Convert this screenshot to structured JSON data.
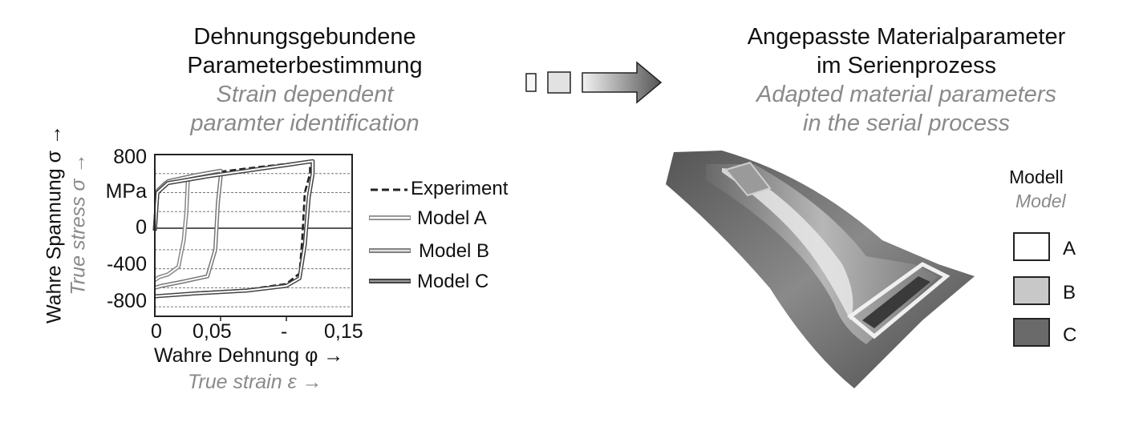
{
  "left_title": {
    "de_line1": "Dehnungsgebundene",
    "de_line2": "Parameterbestimmung",
    "en_line1": "Strain dependent",
    "en_line2": "paramter identification"
  },
  "right_title": {
    "de_line1": "Angepasste Materialparameter",
    "de_line2": "im Serienprozess",
    "en_line1": "Adapted material parameters",
    "en_line2": "in the serial process"
  },
  "chart_data": {
    "type": "line",
    "title": "",
    "ylabel_de": "Wahre Spannung σ →",
    "ylabel_en": "True stress σ →",
    "xlabel_de": "Wahre Dehnung φ →",
    "xlabel_en": "True strain ε →",
    "y_tick_labels": [
      "800",
      "MPa",
      "0",
      "-400",
      "-800"
    ],
    "x_tick_labels": [
      "0",
      "0,05",
      "-",
      "0,15"
    ],
    "xlim": [
      0,
      0.15
    ],
    "ylim": [
      -900,
      800
    ],
    "reference_lines_y": [
      600,
      400,
      200,
      -200,
      -400,
      -600,
      -800
    ],
    "legend": [
      "Experiment",
      "Model A",
      "Model B",
      "Model C"
    ],
    "series": [
      {
        "name": "Experiment",
        "style": "dashed",
        "color": "#222222",
        "x": [
          0,
          0.002,
          0.006,
          0.02,
          0.05,
          0.08,
          0.1,
          0.118,
          0.118,
          0.114,
          0.112,
          0.11,
          0.1,
          0.07,
          0.03,
          0.01,
          0
        ],
        "y": [
          0,
          350,
          470,
          560,
          620,
          670,
          700,
          730,
          600,
          400,
          -100,
          -450,
          -560,
          -620,
          -650,
          -680,
          -700
        ]
      },
      {
        "name": "Model A",
        "style": "double",
        "color": "#888888",
        "x": [
          0,
          0.002,
          0.008,
          0.025,
          0.025,
          0.024,
          0.022,
          0.018,
          0.01,
          0.003,
          0
        ],
        "y": [
          0,
          420,
          500,
          560,
          500,
          200,
          -100,
          -380,
          -460,
          -490,
          -520
        ]
      },
      {
        "name": "Model B",
        "style": "double",
        "color": "#777777",
        "x": [
          0,
          0.002,
          0.01,
          0.03,
          0.05,
          0.05,
          0.048,
          0.046,
          0.04,
          0.02,
          0.005,
          0
        ],
        "y": [
          0,
          420,
          520,
          580,
          630,
          560,
          300,
          -200,
          -480,
          -540,
          -580,
          -600
        ]
      },
      {
        "name": "Model C",
        "style": "double",
        "color": "#444444",
        "x": [
          0,
          0.002,
          0.01,
          0.04,
          0.08,
          0.1,
          0.12,
          0.12,
          0.117,
          0.114,
          0.11,
          0.1,
          0.07,
          0.03,
          0.01,
          0
        ],
        "y": [
          0,
          400,
          500,
          570,
          650,
          690,
          730,
          600,
          350,
          -150,
          -500,
          -580,
          -630,
          -660,
          -680,
          -690
        ]
      }
    ]
  },
  "model_legend": {
    "title_de": "Modell",
    "title_en": "Model",
    "items": [
      {
        "label": "A",
        "color": "#ffffff"
      },
      {
        "label": "B",
        "color": "#c8c8c8"
      },
      {
        "label": "C",
        "color": "#6a6a6a"
      }
    ]
  },
  "colors": {
    "text": "#111111",
    "english_text": "#8a8a8a",
    "arrow_dark": "#555555",
    "arrow_light": "#f2f2f2"
  }
}
